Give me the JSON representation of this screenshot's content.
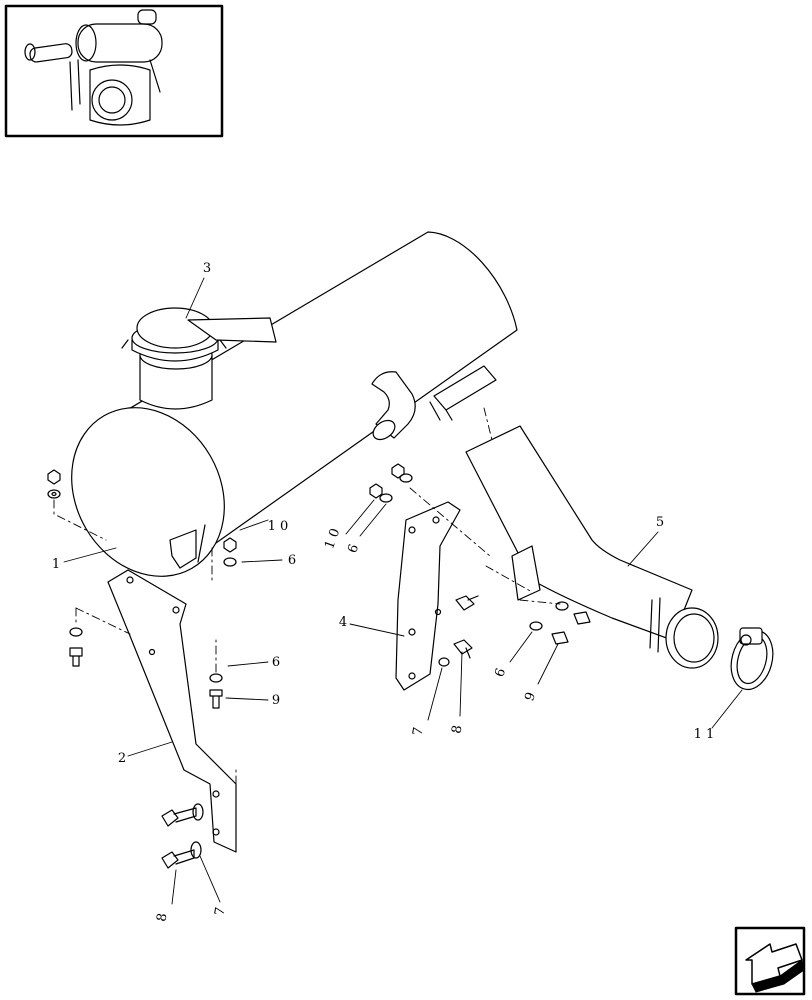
{
  "diagram": {
    "callouts": {
      "c1": "1",
      "c2": "2",
      "c3": "3",
      "c4": "4",
      "c5": "5",
      "c6a": "6",
      "c6b": "6",
      "c6c": "6",
      "c6d": "6",
      "c7a": "7",
      "c7b": "7",
      "c8a": "8",
      "c8b": "8",
      "c9a": "9",
      "c9b": "9",
      "c10a": "1 0",
      "c10b": "1 0",
      "c11": "1 1"
    },
    "icons": {
      "thumbnail": "engine-assembly-thumbnail-icon",
      "navigation": "previous-page-arrow-icon"
    },
    "colors": {
      "line": "#000000",
      "background": "#ffffff"
    }
  }
}
